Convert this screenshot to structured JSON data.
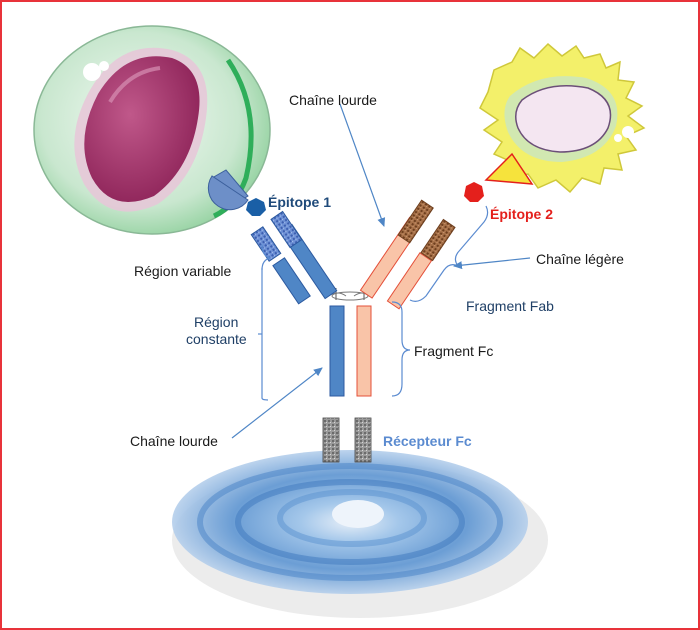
{
  "labels": {
    "chaine_lourde_top": "Chaîne lourde",
    "epitope1": "Épitope 1",
    "epitope2": "Épitope 2",
    "region_variable": "Région variable",
    "chaine_legere": "Chaîne légère",
    "fragment_fab": "Fragment Fab",
    "region_constante_1": "Région",
    "region_constante_2": "constante",
    "fragment_fc": "Fragment Fc",
    "chaine_lourde_bottom": "Chaîne lourde",
    "recepteur_fc": "Récepteur Fc"
  },
  "colors": {
    "frame": "#e8333a",
    "heavy_chain": "#4f86c6",
    "light_chain": "#f9c4a8",
    "light_chain_stroke": "#e4503a",
    "epitope1": "#1a5fa6",
    "epitope2": "#e4201c",
    "bracket": "#5b8bd0",
    "arrow": "#4f86c6",
    "cell_left_outer": "#c9e7cf",
    "cell_left_nucleus": "#a8306b",
    "cell_right_body": "#f3f06a",
    "receptor_cell": "#6fa6dc"
  }
}
